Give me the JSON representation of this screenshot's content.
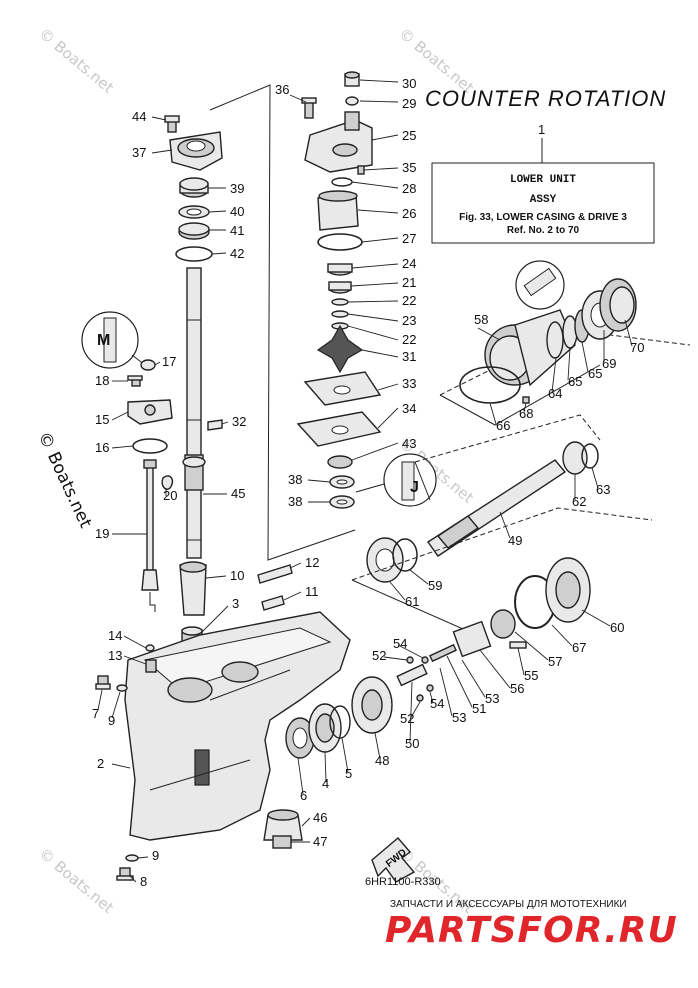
{
  "title": "COUNTER ROTATION",
  "ref_box": {
    "number": "1",
    "line1": "LOWER UNIT",
    "line2": "ASSY",
    "line3": "Fig. 33, LOWER CASING & DRIVE 3",
    "line4": "Ref. No. 2 to 70"
  },
  "diagram_code": "6HR1100-R330",
  "fwd_label": "FWD",
  "watermark": "© Boats.net",
  "watermark_side": "© Boats.net",
  "footer_caption": "ЗАПЧАСТИ И АКСЕССУАРЫ ДЛЯ МОТОТЕХНИКИ",
  "footer_brand": "PARTSFOR.RU",
  "colors": {
    "ink": "#111111",
    "brand": "#e0262b",
    "watermark": "#c8c8c8"
  },
  "callouts": [
    "30",
    "29",
    "36",
    "25",
    "35",
    "28",
    "26",
    "27",
    "24",
    "21",
    "22",
    "23",
    "22",
    "31",
    "33",
    "34",
    "43",
    "38",
    "38",
    "44",
    "37",
    "39",
    "40",
    "41",
    "42",
    "17",
    "18",
    "15",
    "32",
    "16",
    "20",
    "45",
    "19",
    "12",
    "10",
    "11",
    "3",
    "58",
    "70",
    "69",
    "65",
    "65",
    "64",
    "68",
    "66",
    "62",
    "63",
    "49",
    "59",
    "61",
    "60",
    "67",
    "57",
    "55",
    "56",
    "54",
    "52",
    "53",
    "51",
    "54",
    "52",
    "53",
    "50",
    "48",
    "5",
    "4",
    "6",
    "46",
    "47",
    "14",
    "13",
    "7",
    "9",
    "2",
    "9",
    "8"
  ]
}
